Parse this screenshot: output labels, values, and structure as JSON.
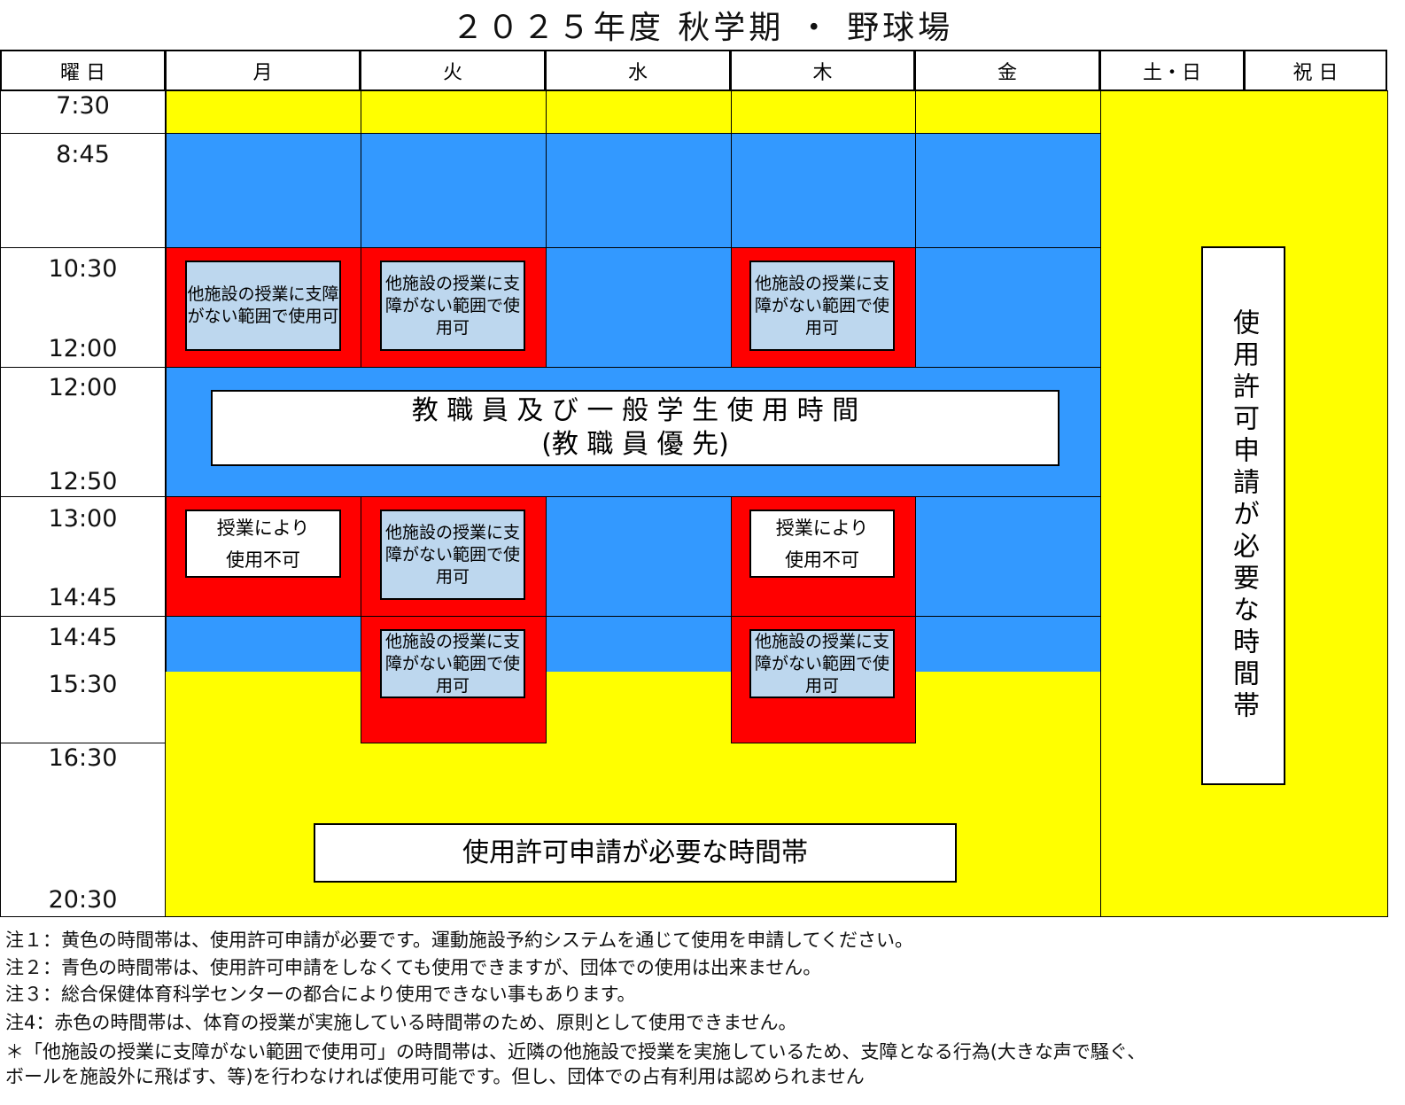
{
  "title": "２０２５年度 秋学期 ・ 野球場",
  "headers": [
    "曜 日",
    "月",
    "火",
    "水",
    "木",
    "金",
    "土・日",
    "祝 日"
  ],
  "times": [
    "7:30",
    "8:45",
    "10:30",
    "12:00",
    "12:00",
    "12:50",
    "13:00",
    "14:45",
    "14:45",
    "15:30",
    "16:30",
    "20:30"
  ],
  "labels": {
    "conditional": "他施設の授業に支障がない範囲で使用可",
    "unavailable_1": "授業により",
    "unavailable_2": "使用不可",
    "staff_1": "教 職 員 及 び 一 般 学 生 使 用 時 間",
    "staff_2": "(教 職 員 優 先)",
    "permit": "使用許可申請が必要な時間帯"
  },
  "notes": [
    "注１：黄色の時間帯は、使用許可申請が必要です。運動施設予約システムを通じて使用を申請してください。",
    "注２：青色の時間帯は、使用許可申請をしなくても使用できますが、団体での使用は出来ません。",
    "注３：総合保健体育科学センターの都合により使用できない事もあります。",
    "注4：赤色の時間帯は、体育の授業が実施している時間帯のため、原則として使用できません。",
    "＊「他施設の授業に支障がない範囲で使用可」の時間帯は、近隣の他施設で授業を実施しているため、支障となる行為(大きな声で騒ぐ、",
    "ボールを施設外に飛ばす、等)を行わなければ使用可能です。但し、団体での占有利用は認められません"
  ],
  "colors": {
    "yellow": "#FFFF00",
    "blue": "#3399FF",
    "red": "#FF0000",
    "light_blue": "#BDD7EE"
  }
}
